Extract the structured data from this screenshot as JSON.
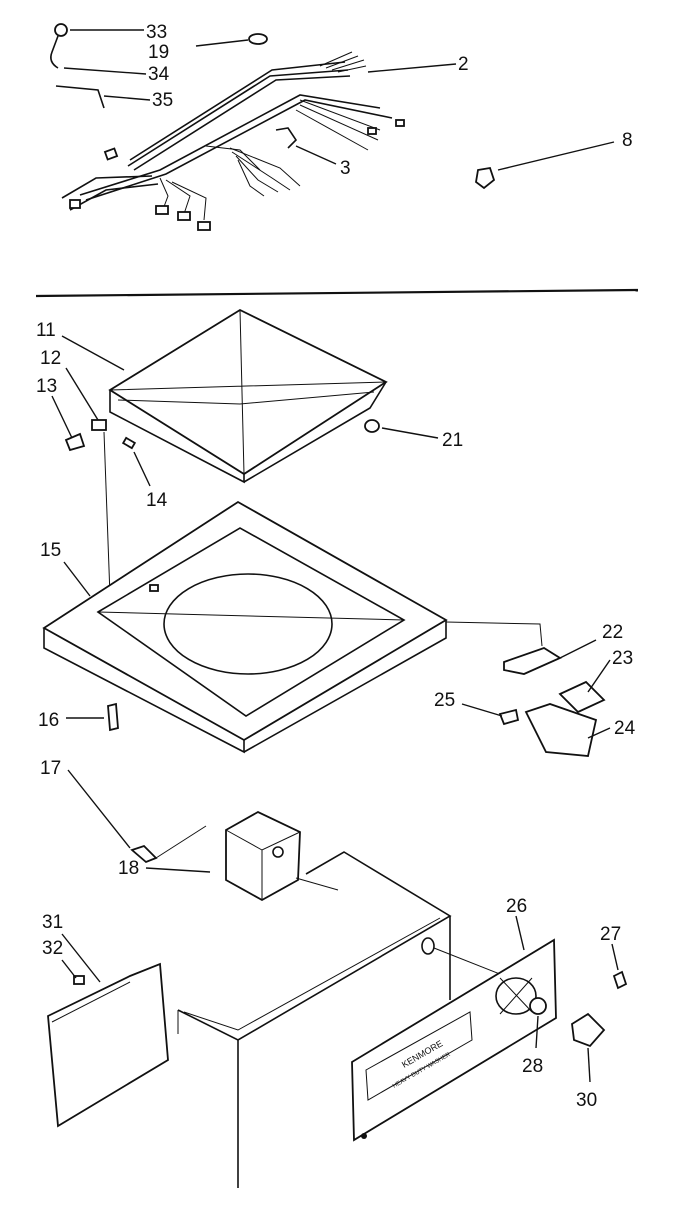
{
  "parts": [
    {
      "id": "p33",
      "label": "33"
    },
    {
      "id": "p19",
      "label": "19"
    },
    {
      "id": "p34",
      "label": "34"
    },
    {
      "id": "p35",
      "label": "35"
    },
    {
      "id": "p2",
      "label": "2"
    },
    {
      "id": "p3",
      "label": "3"
    },
    {
      "id": "p8",
      "label": "8"
    },
    {
      "id": "p11",
      "label": "11"
    },
    {
      "id": "p12",
      "label": "12"
    },
    {
      "id": "p13",
      "label": "13"
    },
    {
      "id": "p14",
      "label": "14"
    },
    {
      "id": "p21",
      "label": "21"
    },
    {
      "id": "p15",
      "label": "15"
    },
    {
      "id": "p16",
      "label": "16"
    },
    {
      "id": "p22",
      "label": "22"
    },
    {
      "id": "p23",
      "label": "23"
    },
    {
      "id": "p25",
      "label": "25"
    },
    {
      "id": "p24",
      "label": "24"
    },
    {
      "id": "p17",
      "label": "17"
    },
    {
      "id": "p18",
      "label": "18"
    },
    {
      "id": "p31",
      "label": "31"
    },
    {
      "id": "p32",
      "label": "32"
    },
    {
      "id": "p26",
      "label": "26"
    },
    {
      "id": "p27",
      "label": "27"
    },
    {
      "id": "p28",
      "label": "28"
    },
    {
      "id": "p30",
      "label": "30"
    }
  ],
  "panel_brand": "KENMORE",
  "panel_subtext": "HEAVY DUTY  WASHER"
}
